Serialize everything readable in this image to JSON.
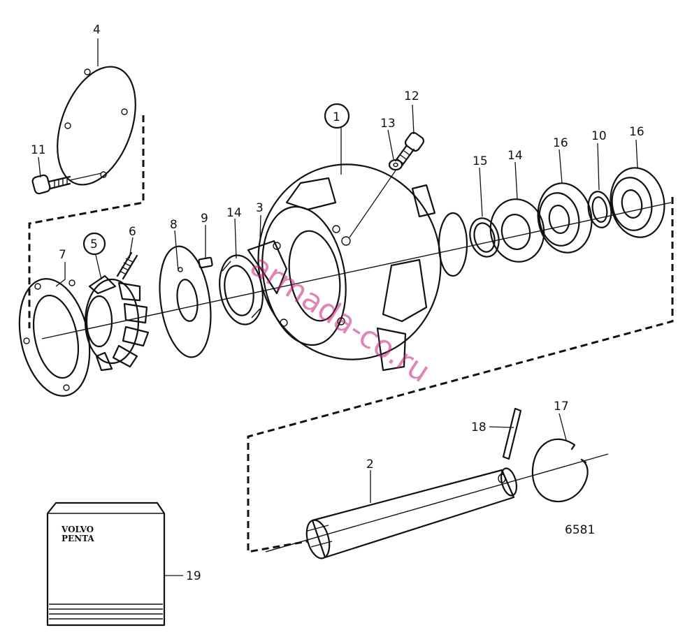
{
  "labels": {
    "part_1": "1",
    "part_2": "2",
    "part_3": "3",
    "part_4": "4",
    "part_5": "5",
    "part_6": "6",
    "part_7": "7",
    "part_8": "8",
    "part_9": "9",
    "part_10": "10",
    "part_11": "11",
    "part_12": "12",
    "part_13": "13",
    "part_14a": "14",
    "part_14b": "14",
    "part_15": "15",
    "part_16a": "16",
    "part_16b": "16",
    "part_17": "17",
    "part_18": "18",
    "part_19": "19"
  },
  "figure_number": "6581",
  "brand": {
    "line1": "VOLVO",
    "line2": "PENTA"
  },
  "watermark": "armada-co.ru",
  "colors": {
    "ink": "#111111",
    "watermark": "#c81e7a",
    "background": "#ffffff"
  }
}
